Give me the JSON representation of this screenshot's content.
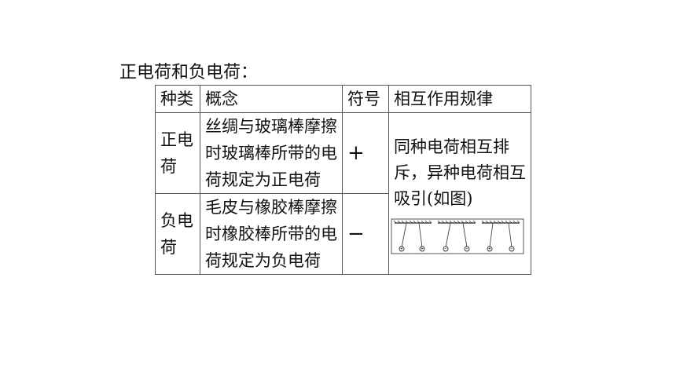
{
  "heading": "正电荷和负电荷：",
  "table": {
    "headers": [
      "种类",
      "概念",
      "符号",
      "相互作用规律"
    ],
    "rows": [
      {
        "kind": "正电荷",
        "concept": "丝绸与玻璃棒摩擦时玻璃棒所带的电荷规定为正电荷",
        "symbol": "+"
      },
      {
        "kind": "负电荷",
        "concept": "毛皮与橡胶棒摩擦时橡胶棒所带的电荷规定为负电荷",
        "symbol": "−"
      }
    ],
    "interaction_rule": "同种电荷相互排斥，异种电荷相互吸引(如图)"
  },
  "diagram": {
    "ball_signs": [
      "+",
      "+",
      "−",
      "−",
      "+",
      "−"
    ]
  }
}
